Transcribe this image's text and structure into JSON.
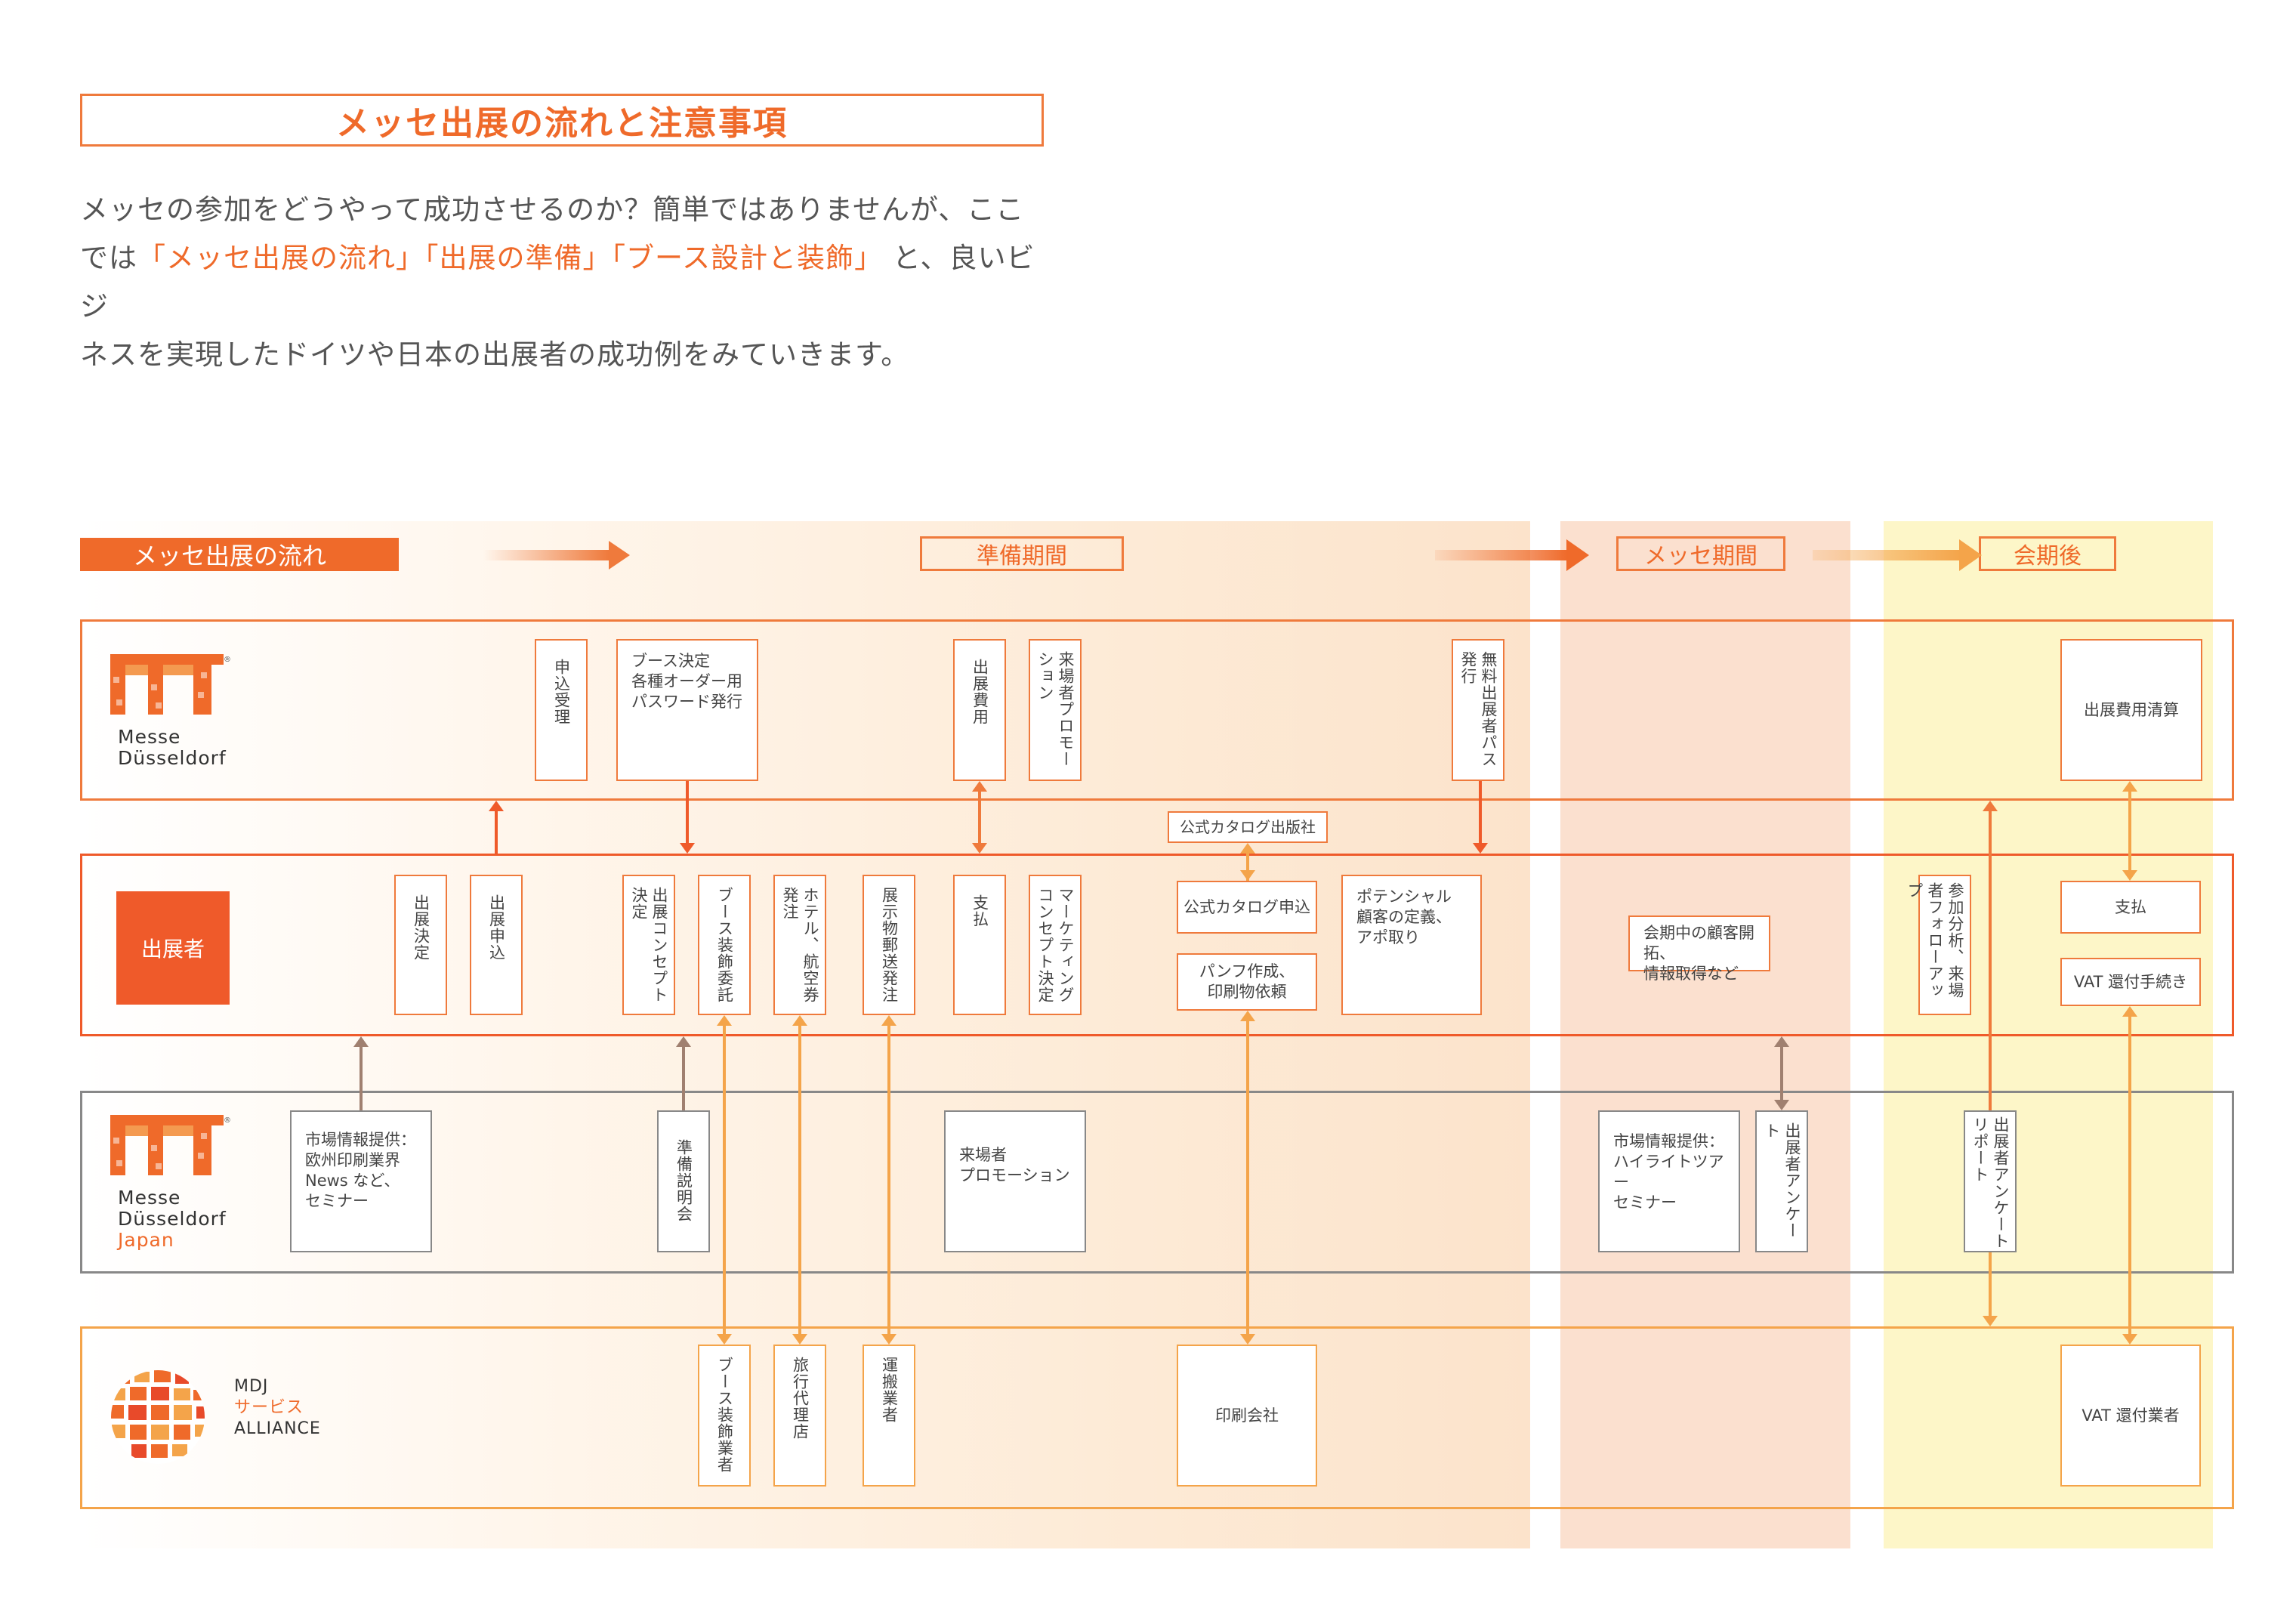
{
  "title": "メッセ出展の流れと注意事項",
  "intro": {
    "line1": "メッセの参加をどうやって成功させるのか？簡単ではありませんが、ここ",
    "line2_pre": "では",
    "line2_hl": "「メッセ出展の流れ」「出展の準備」「ブース設計と装飾」",
    "line2_post": "と、良いビジ",
    "line3": "ネスを実現したドイツや日本の出展者の成功例をみていきます。"
  },
  "flow_label": "メッセ出展の流れ",
  "phases": {
    "prep": "準備期間",
    "messe": "メッセ期間",
    "after": "会期後"
  },
  "logos": {
    "md_name1": "Messe",
    "md_name2": "Düsseldorf",
    "mdj_name1": "Messe",
    "mdj_name2": "Düsseldorf",
    "mdj_name3": "Japan",
    "alliance1": "MDJ",
    "alliance2": "サービス",
    "alliance3": "ALLIANCE",
    "exhibitor": "出展者"
  },
  "row1": {
    "apply_accept": "申込受理",
    "booth_decision": "ブース決定\n各種オーダー用\nパスワード発行",
    "exhibit_fee": "出展費用",
    "visitor_promo": "来場者プロモーション",
    "free_pass": "無料出展者パス発行",
    "fee_settlement": "出展費用清算"
  },
  "catalog_publisher": "公式カタログ出版社",
  "row2": {
    "exhibit_decision": "出展決定",
    "exhibit_apply": "出展申込",
    "concept_decision": "出展コンセプト決定",
    "booth_order": "ブース装飾委託",
    "hotel_flight": "ホテル、航空券発注",
    "shipping_order": "展示物郵送発注",
    "payment": "支払",
    "marketing": "マーケティングコンセプト決定",
    "catalog_apply": "公式カタログ申込",
    "pamphlet": "パンフ作成、\n印刷物依頼",
    "potential": "ポテンシャル\n顧客の定義、\nアポ取り",
    "during_messe": "会期中の顧客開拓、\n情報取得など",
    "followup": "参加分析、来場者フォローアップ",
    "payment2": "支払",
    "vat_refund": "VAT 還付手続き"
  },
  "row3": {
    "market_info": "市場情報提供：\n欧州印刷業界\nNews など、\nセミナー",
    "briefing": "準備説明会",
    "visitor_promo": "来場者\nプロモーション",
    "market_info2": "市場情報提供：\nハイライトツアー\nセミナー",
    "survey": "出展者アンケート",
    "survey_report": "出展者アンケートリポート"
  },
  "row4": {
    "booth_contractor": "ブース装飾業者",
    "travel_agency": "旅行代理店",
    "carrier": "運搬業者",
    "printer": "印刷会社",
    "vat_agent": "VAT 還付業者"
  },
  "colors": {
    "accent": "#ef6a2a",
    "orange_line": "#ef7a3c",
    "yellow_line": "#f4a44a",
    "gray_line": "#888888"
  }
}
